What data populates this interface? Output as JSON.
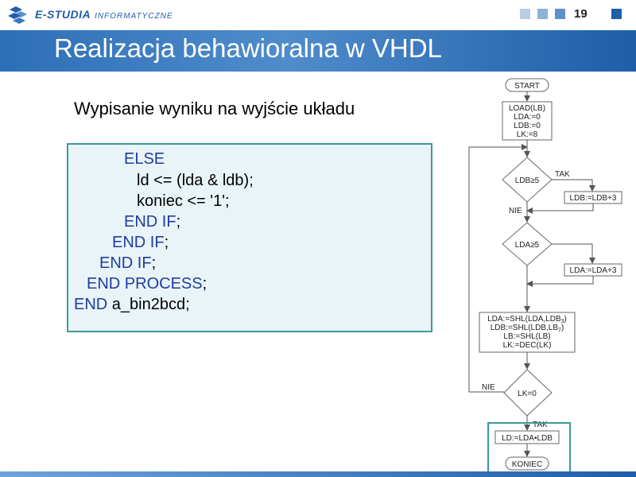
{
  "header": {
    "logo_main": "E-STUDIA",
    "logo_sub": "INFORMATYCZNE",
    "page_number": "19"
  },
  "title": "Realizacja behawioralna w VHDL",
  "subtitle": "Wypisanie wyniku na wyjście układu",
  "code": {
    "line1_kw": "ELSE",
    "line2": "ld <= (lda & ldb);",
    "line3": "koniec <= '1';",
    "line4_kw": "END IF",
    "line4_rest": ";",
    "line5_kw": "END IF",
    "line5_rest": ";",
    "line6_kw": "END IF",
    "line6_rest": ";",
    "line7_kw": "END PROCESS",
    "line7_rest": ";",
    "line8_kw": "END",
    "line8_rest": " a_bin2bcd;"
  },
  "flowchart": {
    "start": "START",
    "init": [
      "LOAD(LB)",
      "LDA:=0",
      "LDB:=0",
      "LK:=8"
    ],
    "cond1": "LDB≥5",
    "yes1": "TAK",
    "act1": "LDB:=LDB+3",
    "no1": "NIE",
    "cond2": "LDA≥5",
    "act2": "LDA:=LDA+3",
    "shift": [
      "LDA:=SHL(LDA,LDB",
      "LDB:=SHL(LDB,LB",
      "LB:=SHL(LB)",
      "LK:=DEC(LK)"
    ],
    "shift_sub1": "3",
    "shift_sub2": "7",
    "shift_close": ")",
    "cond3": "LK=0",
    "no3": "NIE",
    "yes3": "TAK",
    "result": "LD:=LDA•LDB",
    "end": "KONIEC"
  },
  "colors": {
    "brand_blue": "#1f5ea8",
    "keyword": "#1f3c9f",
    "highlight": "#3b9a9a"
  }
}
